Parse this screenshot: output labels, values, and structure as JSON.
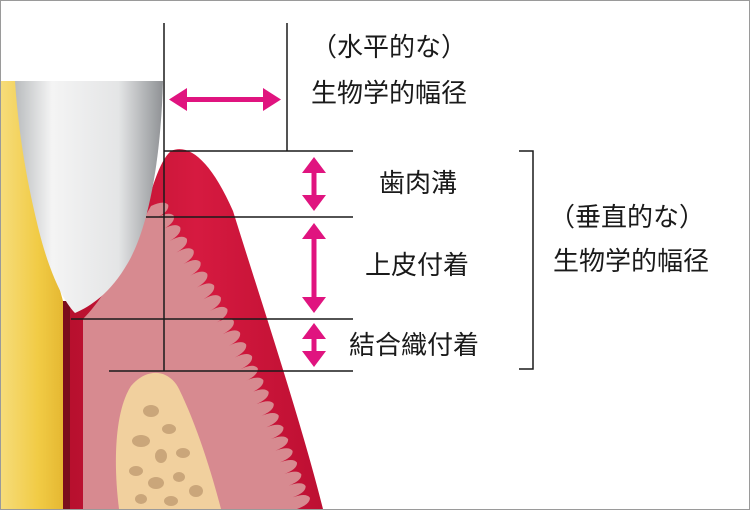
{
  "labels": {
    "horizontal_title_line1": "（水平的な）",
    "horizontal_title_line2": "生物学的幅径",
    "sulcus": "歯肉溝",
    "epithelial_attachment": "上皮付着",
    "connective_tissue_attachment": "結合織付着",
    "vertical_title_line1": "（垂直的な）",
    "vertical_title_line2": "生物学的幅径"
  },
  "colors": {
    "arrow": "#e0147f",
    "gingiva_outer": "#d2143a",
    "gingiva_inner": "#d98a8f",
    "dentin": "#f3cf4e",
    "enamel": "#d9dbdc",
    "bone": "#f1cf9c",
    "bone_spots": "#c9a57a",
    "lines": "#1a1a1a"
  }
}
